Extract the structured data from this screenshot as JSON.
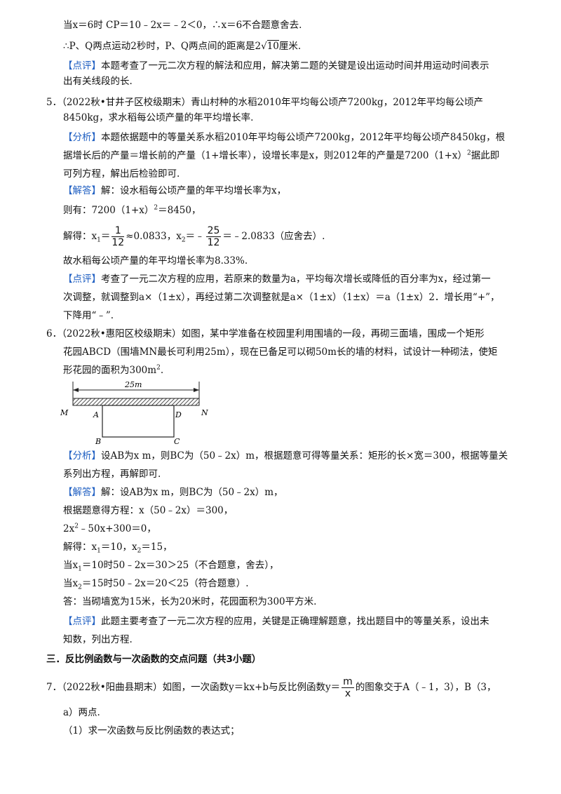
{
  "lines": {
    "l1": "当x＝6时  CP＝10﹣2x＝﹣2＜0，∴x＝6不合题意舍去.",
    "l2a": "∴P、Q两点运动2秒时，P、Q两点间的距离是2",
    "l2r": "10",
    "l2b": "厘米.",
    "c1_tag": "【点评】",
    "c1a": "本题考查了一元二次方程的解法和应用，解决第二题的关键是设出运动时间并用运动时间表示",
    "c1b": "出有关线段的长.",
    "q5a": "5．（2022秋•甘井子区校级期末）青山村种的水稻2010年平均每公顷产7200kg，2012年平均每公顷产",
    "q5b": "8450kg，求水稻每公顷产量的年平均增长率.",
    "a5_tag": "【分析】",
    "a5a": "本题依据题中的等量关系水稻2010年平均每公顷产7200kg，2012年平均每公顷产8450kg，根",
    "a5b": "据增长后的产量＝增长前的产量（1+增长率），设增长率是x，则2012年的产量是7200（1+x）",
    "a5b_sup": "2",
    "a5b2": "据此即",
    "a5c": "可列方程，解出后检验即可.",
    "s5_tag": "【解答】",
    "s5a": "解：设水稻每公顷产量的年平均增长率为x，",
    "s5b": "则有：7200（1+x）",
    "s5b_sup": "2",
    "s5b2": "＝8450，",
    "s5c_pre": "解得：x",
    "s5c_sub1": "1",
    "s5c_eq": "＝",
    "s5c_n1": "1",
    "s5c_d1": "12",
    "s5c_mid": "≈0.0833，x",
    "s5c_sub2": "2",
    "s5c_eq2": "＝﹣",
    "s5c_n2": "25",
    "s5c_d2": "12",
    "s5c_end": "＝﹣2.0833（应舍去）.",
    "s5d": "故水稻每公顷产量的年平均增长率为8.33%.",
    "c5_tag": "【点评】",
    "c5a": "考查了一元二次方程的应用，若原来的数量为a，平均每次增长或降低的百分率为x，经过第一",
    "c5b": "次调整，就调整到a×（1±x），再经过第二次调整就是a×（1±x）（1±x）＝a（1±x）2．增长用“+”，",
    "c5c": "下降用“﹣”.",
    "q6a": "6．（2022秋•惠阳区校级期末）如图，某中学准备在校园里利用围墙的一段，再砌三面墙，围成一个矩形",
    "q6b": "花园ABCD（围墙MN最长可利用25m），现在已备足可以砌50m长的墙的材料，试设计一种砌法，使矩",
    "q6c": "形花园的面积为300m",
    "q6c_sup": "2",
    "q6c2": ".",
    "a6_tag": "【分析】",
    "a6a": "设AB为x m，则BC为（50﹣2x）m，根据题意可得等量关系：矩形的长×宽＝300，根据等量关",
    "a6b": "系列出方程，再解即可.",
    "s6_tag": "【解答】",
    "s6a": "解：设AB为x m，则BC为（50﹣2x）m，",
    "s6b": "根据题意得方程：x（50﹣2x）＝300，",
    "s6c": "2x",
    "s6c_sup": "2",
    "s6c2": "﹣50x+300＝0，",
    "s6d_pre": "解得：x",
    "s6d_s1": "1",
    "s6d_m": "＝10，x",
    "s6d_s2": "2",
    "s6d_e": "＝15，",
    "s6e_pre": "当x",
    "s6e_s": "1",
    "s6e": "＝10时50﹣2x＝30＞25（不合题意，舍去），",
    "s6f_pre": "当x",
    "s6f_s": "2",
    "s6f": "＝15时50﹣2x＝20＜25（符合题意）.",
    "s6g": "答：当砌墙宽为15米，长为20米时，花园面积为300平方米.",
    "c6_tag": "【点评】",
    "c6a": "此题主要考查了一元二次方程的应用，关键是正确理解题意，找出题目中的等量关系，设出未",
    "c6b": "知数，列出方程.",
    "sec3": "三．反比例函数与一次函数的交点问题（共3小题）",
    "q7a_pre": "7．（2022秋•阳曲县期末）如图，一次函数y＝kx+b与反比例函数y＝",
    "q7_n": "m",
    "q7_d": "x",
    "q7a_post": "的图象交于A（﹣1，3），B（3，",
    "q7b": "a）两点.",
    "q7c": "（1）求一次函数与反比例函数的表达式；"
  },
  "diagram": {
    "len": "25m",
    "M": "M",
    "N": "N",
    "A": "A",
    "B": "B",
    "C": "C",
    "D": "D"
  }
}
